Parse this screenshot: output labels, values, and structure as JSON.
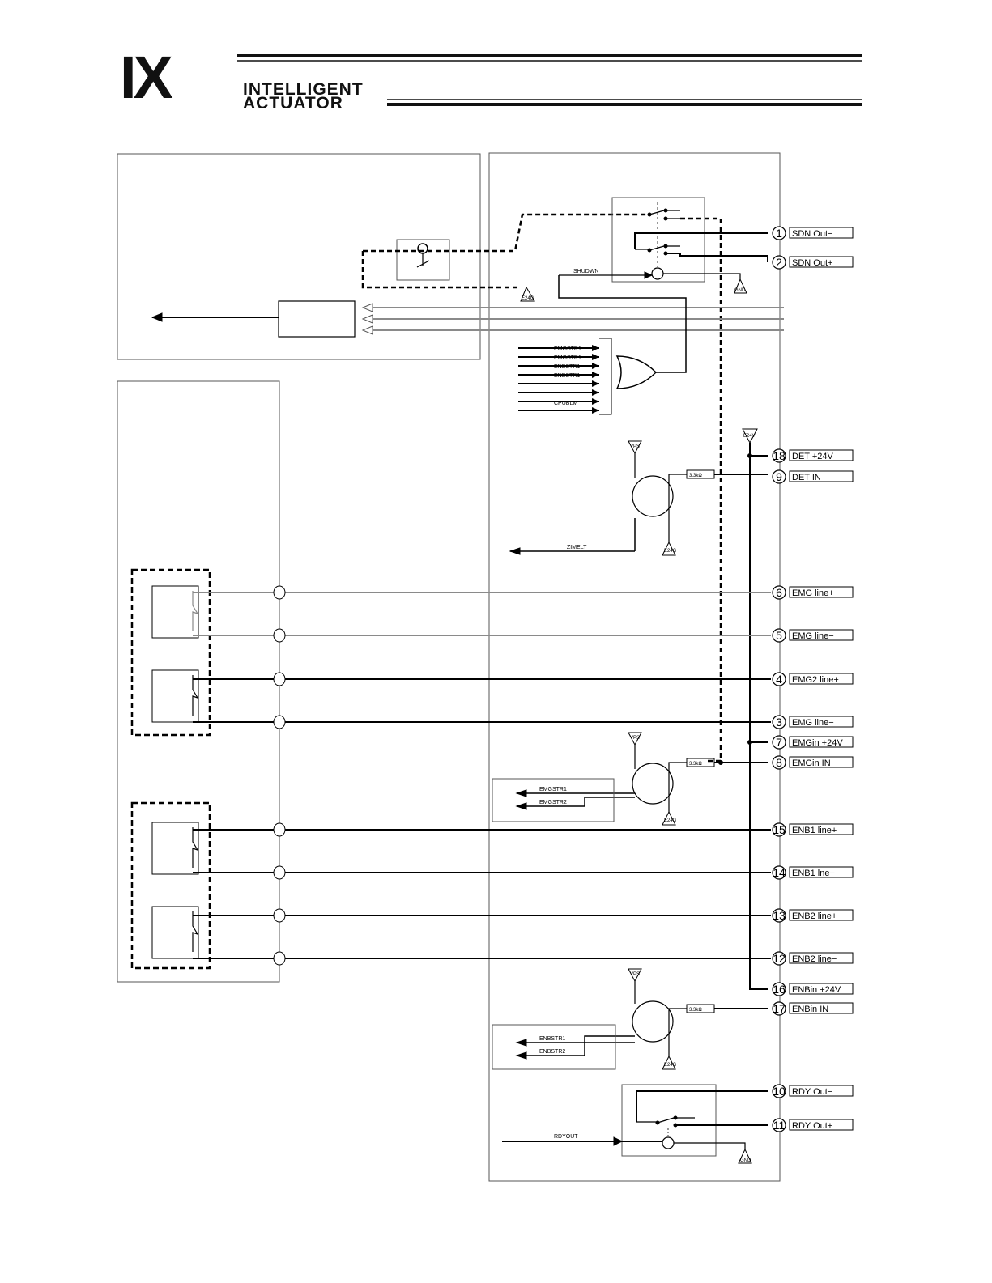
{
  "header": {
    "logo_mark": "IX",
    "logo_line1": "INTELLIGENT",
    "logo_line2": "ACTUATOR"
  },
  "pins": [
    {
      "num": "1",
      "label": "SDN Out−"
    },
    {
      "num": "2",
      "label": "SDN Out+"
    },
    {
      "num": "18",
      "label": "DET +24V"
    },
    {
      "num": "9",
      "label": "DET IN"
    },
    {
      "num": "6",
      "label": "EMG line+"
    },
    {
      "num": "5",
      "label": "EMG line−"
    },
    {
      "num": "4",
      "label": "EMG2 line+"
    },
    {
      "num": "3",
      "label": "EMG line−"
    },
    {
      "num": "7",
      "label": "EMGin +24V"
    },
    {
      "num": "8",
      "label": "EMGin IN"
    },
    {
      "num": "15",
      "label": "ENB1 line+"
    },
    {
      "num": "14",
      "label": "ENB1 lne−"
    },
    {
      "num": "13",
      "label": "ENB2 line+"
    },
    {
      "num": "12",
      "label": "ENB2 line−"
    },
    {
      "num": "16",
      "label": "ENBin +24V"
    },
    {
      "num": "17",
      "label": "ENBin IN"
    },
    {
      "num": "10",
      "label": "RDY Out−"
    },
    {
      "num": "11",
      "label": "RDY Out+"
    }
  ],
  "signals": {
    "shudwn": "SHUDWN",
    "or_inputs": [
      "EMGSTR1",
      "EMGSTR1",
      "ENBSTR1",
      "ENBSTR1",
      "CPUBLM"
    ],
    "det_out": "ZIMELT",
    "emg_out": [
      "EMGSTR1",
      "EMGSTR2"
    ],
    "enb_out": [
      "ENBSTR1",
      "ENBSTR2"
    ],
    "rdy_in": "RDYOUT",
    "resistor": "3.3kΩ",
    "vps": "VPS",
    "e24g": "E24G",
    "e24v": "E24V",
    "gnd": "GND"
  }
}
